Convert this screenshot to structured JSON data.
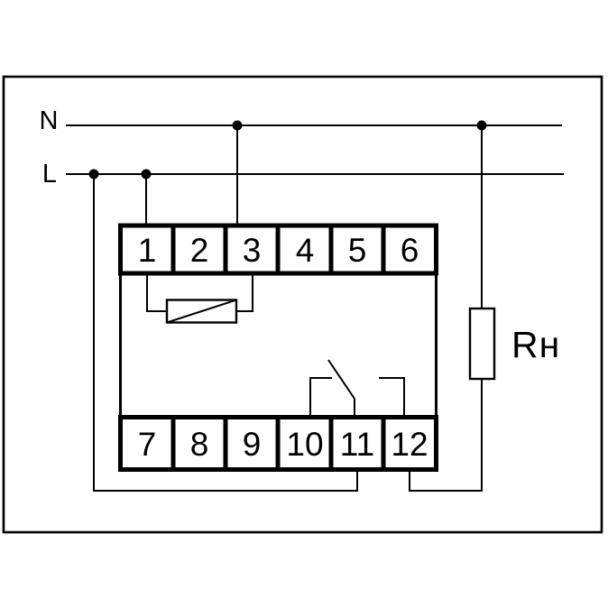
{
  "diagram": {
    "kind": "relay-wiring-schematic",
    "colors": {
      "line": "#000000",
      "background": "#ffffff"
    },
    "power_labels": {
      "neutral": "N",
      "line": "L"
    },
    "load_label": "Rн",
    "terminals": {
      "top_row": [
        "1",
        "2",
        "3",
        "4",
        "5",
        "6"
      ],
      "bottom_row": [
        "7",
        "8",
        "9",
        "10",
        "11",
        "12"
      ]
    }
  }
}
